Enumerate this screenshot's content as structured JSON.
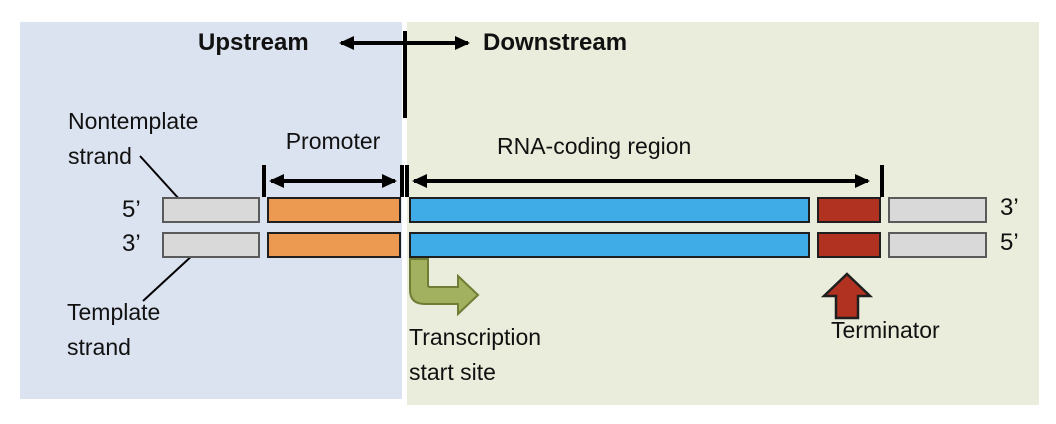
{
  "diagram": {
    "upstream_label": "Upstream",
    "downstream_label": "Downstream",
    "promoter_label": "Promoter",
    "rna_coding_label": "RNA-coding region",
    "terminator_label": "Terminator",
    "nontemplate_strand_label": "Nontemplate\nstrand",
    "template_strand_label": "Template\nstrand",
    "transcription_start_label": "Transcription\nstart site",
    "strand_ends": {
      "top_left": "5’",
      "bottom_left": "3’",
      "top_right": "3’",
      "bottom_right": "5’"
    }
  },
  "colors": {
    "upstream_bg": "#dbe2f0",
    "downstream_bg": "#eaeddb",
    "flank_fill": "#d9d9d9",
    "flank_border": "#5a5a5a",
    "promoter_fill": "#ec9a52",
    "rna_fill": "#3face8",
    "terminator_fill": "#b23222",
    "box_border": "#1f1f1f",
    "start_arrow_fill": "#a2b15f",
    "start_arrow_stroke": "#6f7d35",
    "line_color": "#000000",
    "text_color": "#111111"
  }
}
